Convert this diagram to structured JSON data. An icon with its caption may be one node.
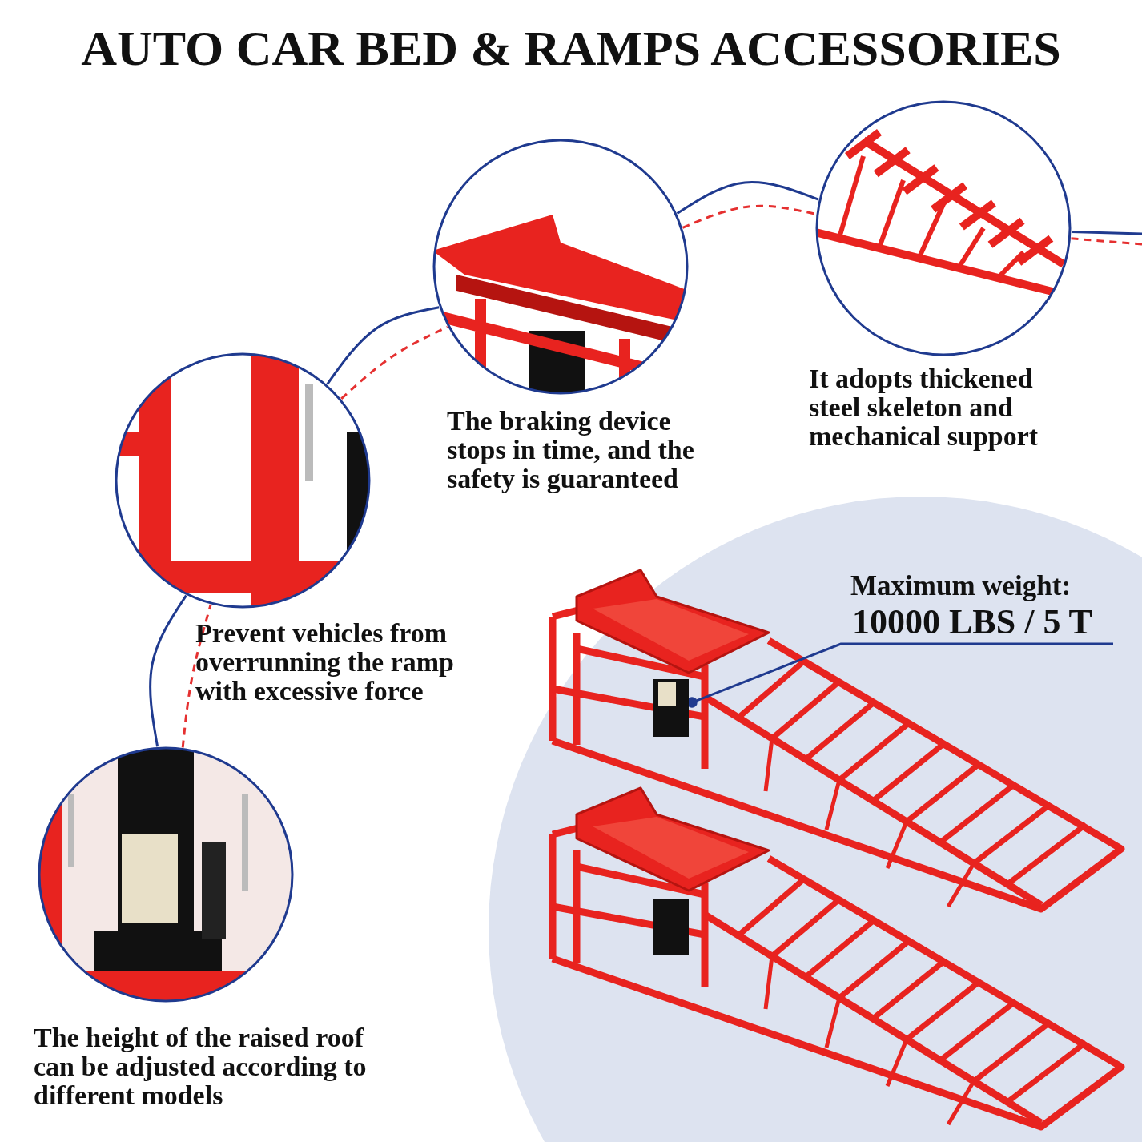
{
  "diagram": {
    "title": "AUTO CAR BED & RAMPS ACCESSORIES",
    "nodes": [
      {
        "text": [],
        "shape": "picture",
        "beside": [
          "The height of the raised roof can be adjusted according to different models"
        ]
      },
      {
        "text": [],
        "shape": "picture",
        "beside": [
          "Prevent vehicles from overrunning the ramp with excessive force"
        ]
      },
      {
        "text": [],
        "shape": "picture",
        "beside": [
          "The braking device stops in time, and the safety is guaranteed"
        ]
      },
      {
        "text": [],
        "shape": "picture",
        "beside": [
          "It adopts thickened steel skeleton and mechanical support"
        ]
      },
      {
        "text": [
          "Maximum weight:",
          "10000 LBS / 5 T"
        ]
      },
      {
        "text": [],
        "shape": "picture"
      }
    ],
    "edges": [
      {
        "from": 0,
        "to": 1,
        "arrow": "none"
      },
      {
        "from": 1,
        "to": 2,
        "arrow": "none"
      },
      {
        "from": 2,
        "to": 3,
        "arrow": "none"
      },
      {
        "from": 3,
        "to": null,
        "arrow": "none"
      },
      {
        "from": 0,
        "to": 1,
        "arrow": "none",
        "style": "dashed",
        "color": "#e53030"
      },
      {
        "from": 1,
        "to": 2,
        "arrow": "none",
        "style": "dashed",
        "color": "#e53030"
      },
      {
        "from": 2,
        "to": 3,
        "arrow": "none",
        "style": "dashed",
        "color": "#e53030"
      },
      {
        "from": 3,
        "to": null,
        "arrow": "none",
        "style": "dashed",
        "color": "#e53030"
      },
      {
        "from": 4,
        "to": 5,
        "arrow": "other"
      }
    ]
  }
}
